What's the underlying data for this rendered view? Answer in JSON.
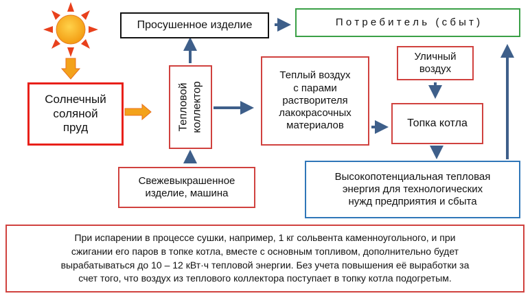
{
  "nodes": {
    "pond": "Солнечный\nсоляной\nпруд",
    "dried": "Просушенное изделие",
    "consumer": "П о т р е б и т е л ь   ( с б ы т )",
    "collector": "Тепловой\nколлектор",
    "warm_air": "Теплый воздух\nс парами\nрастворителя\nлакокрасочных\nматериалов",
    "street_air": "Уличный\nвоздух",
    "furnace": "Топка котла",
    "fresh": "Свежевыкрашенное\nизделие, машина",
    "energy": "Высокопотенциальная тепловая\nэнергия для технологических\nнужд предприятия и сбыта"
  },
  "note": "При испарении в процессе сушки, например, 1 кг сольвента каменноугольного, и при\nсжигании его паров в топке котла, вместе с основным топливом, дополнительно будет\nвырабатываться до 10 – 12 кВт·ч тепловой энергии. Без учета повышения её выработки за\nсчет того, что воздух из теплового коллектора поступает в топку котла подогретым.",
  "colors": {
    "arrow": "#3e5f8a",
    "sun": "#f39c12",
    "sun_rays": "#e8401c",
    "orange_arrow": "#f3a21b"
  }
}
